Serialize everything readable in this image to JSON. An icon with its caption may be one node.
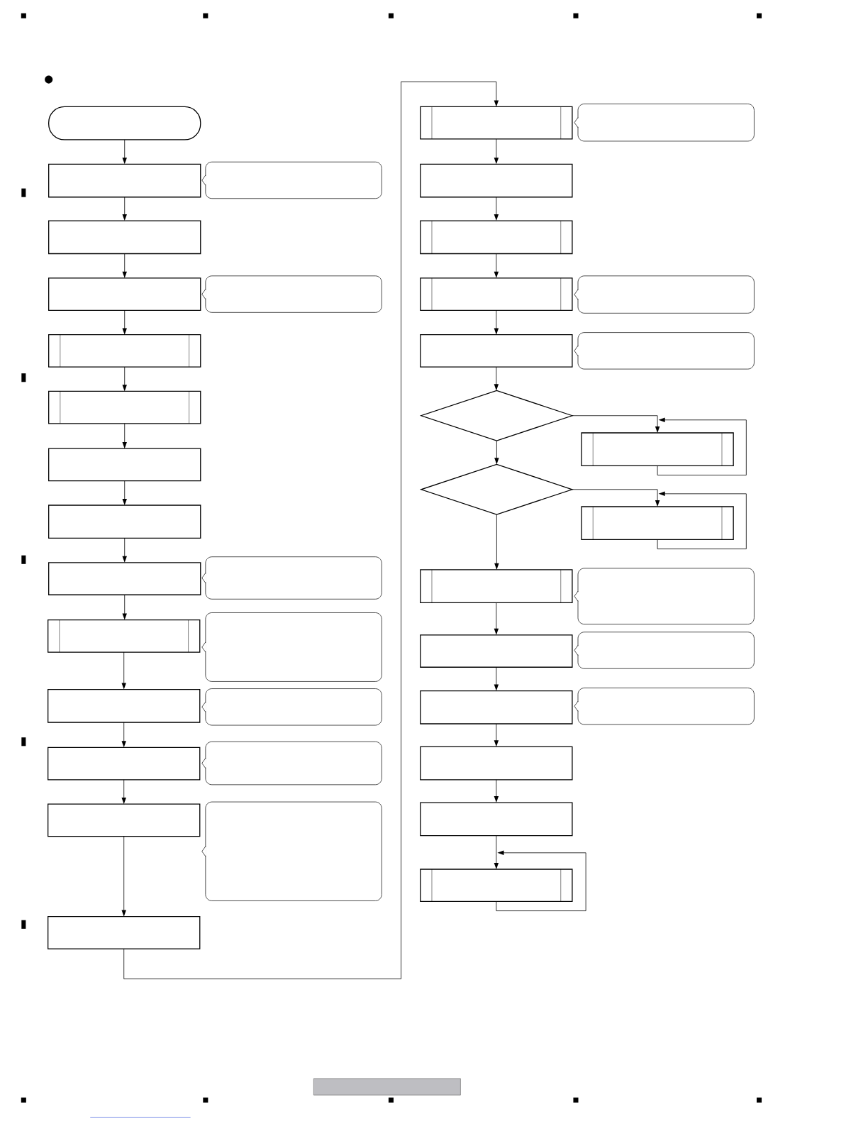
{
  "diagram": {
    "nodes": [
      {
        "text": [],
        "shape": "terminal"
      },
      {
        "text": [],
        "shape": "box"
      },
      {
        "text": [],
        "shape": "callout"
      },
      {
        "text": [],
        "shape": "box"
      },
      {
        "text": [],
        "shape": "box"
      },
      {
        "text": [],
        "shape": "callout"
      },
      {
        "text": [],
        "shape": "subroutine"
      },
      {
        "text": [],
        "shape": "subroutine"
      },
      {
        "text": [],
        "shape": "box"
      },
      {
        "text": [],
        "shape": "box"
      },
      {
        "text": [],
        "shape": "box"
      },
      {
        "text": [],
        "shape": "callout"
      },
      {
        "text": [],
        "shape": "subroutine"
      },
      {
        "text": [],
        "shape": "callout"
      },
      {
        "text": [],
        "shape": "box"
      },
      {
        "text": [],
        "shape": "callout"
      },
      {
        "text": [],
        "shape": "box"
      },
      {
        "text": [],
        "shape": "callout"
      },
      {
        "text": [],
        "shape": "box"
      },
      {
        "text": [],
        "shape": "callout"
      },
      {
        "text": [],
        "shape": "box"
      },
      {
        "text": [],
        "shape": "subroutine"
      },
      {
        "text": [],
        "shape": "callout"
      },
      {
        "text": [],
        "shape": "box"
      },
      {
        "text": [],
        "shape": "subroutine"
      },
      {
        "text": [],
        "shape": "subroutine"
      },
      {
        "text": [],
        "shape": "callout"
      },
      {
        "text": [],
        "shape": "box"
      },
      {
        "text": [],
        "shape": "callout"
      },
      {
        "text": [],
        "shape": "diamond"
      },
      {
        "text": [],
        "shape": "subroutine"
      },
      {
        "text": [],
        "shape": "diamond"
      },
      {
        "text": [],
        "shape": "subroutine"
      },
      {
        "text": [],
        "shape": "subroutine"
      },
      {
        "text": [],
        "shape": "callout"
      },
      {
        "text": [],
        "shape": "box"
      },
      {
        "text": [],
        "shape": "callout"
      },
      {
        "text": [],
        "shape": "box"
      },
      {
        "text": [],
        "shape": "callout"
      },
      {
        "text": [],
        "shape": "box"
      },
      {
        "text": [],
        "shape": "box"
      },
      {
        "text": [],
        "shape": "subroutine"
      }
    ],
    "edges": [
      {
        "from": 0,
        "to": 1,
        "arrow": "to"
      },
      {
        "from": 1,
        "to": 3,
        "arrow": "to"
      },
      {
        "from": 3,
        "to": 4,
        "arrow": "to"
      },
      {
        "from": 4,
        "to": 6,
        "arrow": "to"
      },
      {
        "from": 6,
        "to": 7,
        "arrow": "to"
      },
      {
        "from": 7,
        "to": 8,
        "arrow": "to"
      },
      {
        "from": 8,
        "to": 9,
        "arrow": "to"
      },
      {
        "from": 9,
        "to": 10,
        "arrow": "to"
      },
      {
        "from": 10,
        "to": 12,
        "arrow": "to"
      },
      {
        "from": 12,
        "to": 14,
        "arrow": "to"
      },
      {
        "from": 14,
        "to": 16,
        "arrow": "to"
      },
      {
        "from": 16,
        "to": 18,
        "arrow": "to"
      },
      {
        "from": 18,
        "to": 20,
        "arrow": "to"
      },
      {
        "from": 20,
        "to": 21,
        "arrow": "to"
      },
      {
        "from": 21,
        "to": 23,
        "arrow": "to"
      },
      {
        "from": 23,
        "to": 24,
        "arrow": "to"
      },
      {
        "from": 24,
        "to": 25,
        "arrow": "to"
      },
      {
        "from": 25,
        "to": 27,
        "arrow": "to"
      },
      {
        "from": 27,
        "to": 29,
        "arrow": "to"
      },
      {
        "from": 29,
        "to": 30,
        "arrow": "to"
      },
      {
        "from": 30,
        "to": 30,
        "arrow": "to"
      },
      {
        "from": 29,
        "to": 31,
        "arrow": "to"
      },
      {
        "from": 31,
        "to": 32,
        "arrow": "to"
      },
      {
        "from": 32,
        "to": 32,
        "arrow": "to"
      },
      {
        "from": 31,
        "to": 33,
        "arrow": "to"
      },
      {
        "from": 33,
        "to": 35,
        "arrow": "to"
      },
      {
        "from": 35,
        "to": 37,
        "arrow": "to"
      },
      {
        "from": 37,
        "to": 39,
        "arrow": "to"
      },
      {
        "from": 39,
        "to": 40,
        "arrow": "to"
      },
      {
        "from": 40,
        "to": 41,
        "arrow": "to"
      },
      {
        "from": 41,
        "to": 41,
        "arrow": "to"
      }
    ]
  }
}
